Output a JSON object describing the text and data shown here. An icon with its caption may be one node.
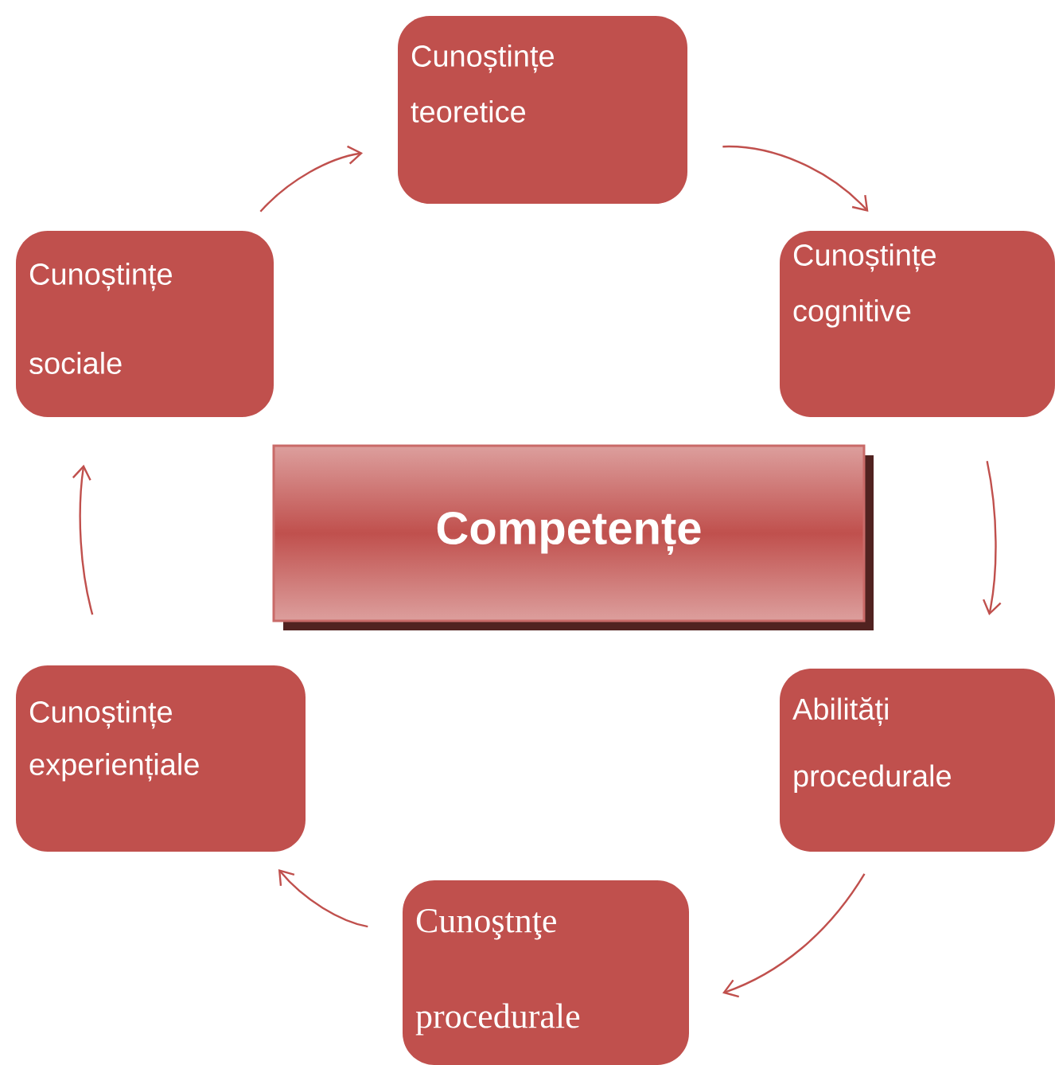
{
  "diagram": {
    "nodes": [
      {
        "text": [
          "Cunoștințe teoretice"
        ]
      },
      {
        "text": [
          "Cunoștințe sociale"
        ]
      },
      {
        "text": [
          "Cunoștințe cognitive"
        ]
      },
      {
        "text": [
          "Competențe"
        ]
      },
      {
        "text": [
          "Abilități procedurale"
        ]
      },
      {
        "text": [
          "Cunoștințe experiențiale"
        ]
      },
      {
        "text": [
          "Cunoştnţe procedurale"
        ]
      }
    ],
    "edges": [
      {
        "from": 0,
        "to": 2,
        "arrow": "to"
      },
      {
        "from": 2,
        "to": 4,
        "arrow": "to"
      },
      {
        "from": 4,
        "to": 6,
        "arrow": "to"
      },
      {
        "from": 6,
        "to": 5,
        "arrow": "to"
      },
      {
        "from": 5,
        "to": 1,
        "arrow": "to"
      },
      {
        "from": 1,
        "to": 0,
        "arrow": "to"
      }
    ]
  }
}
